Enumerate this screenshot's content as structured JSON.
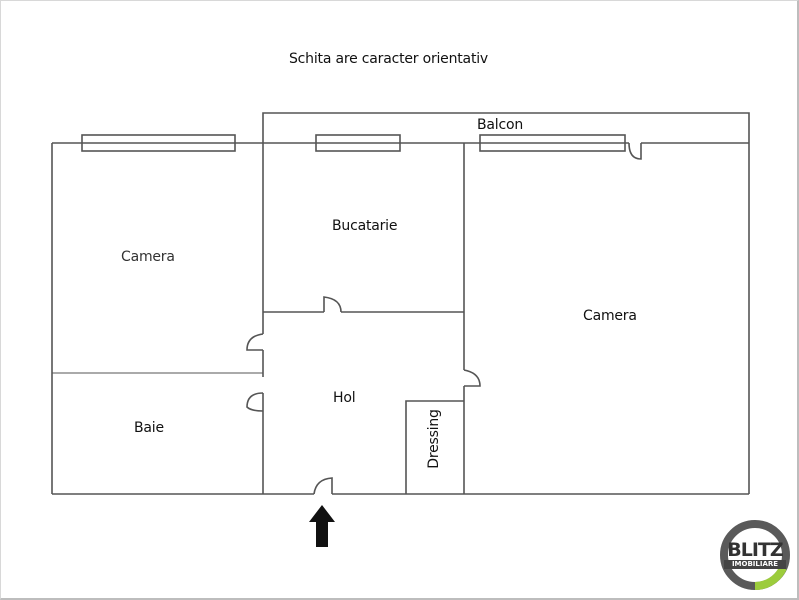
{
  "title": "Schita are caracter orientativ",
  "rooms": {
    "balcon": "Balcon",
    "camera_left": "Camera",
    "bucatarie": "Bucatarie",
    "camera_right": "Camera",
    "hol": "Hol",
    "baie": "Baie",
    "dressing": "Dressing"
  },
  "logo": {
    "name": "BLITZ",
    "sub": "IMOBILIARE",
    "colors": {
      "ring_dark": "#555555",
      "ring_light": "#9ccc3c"
    }
  },
  "entrance": {
    "icon": "arrow-up-icon"
  },
  "colors": {
    "wall": "#555555",
    "text": "#111111"
  }
}
